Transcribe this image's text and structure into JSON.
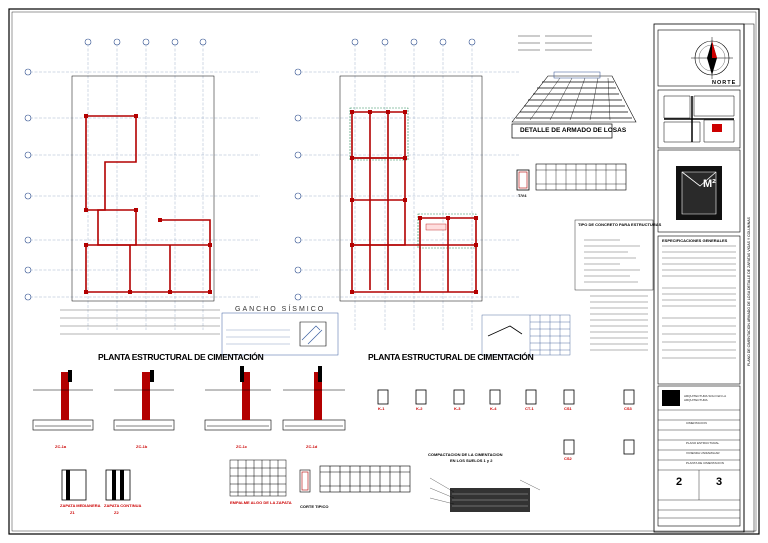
{
  "plan_titles": {
    "left": "PLANTA ESTRUCTURAL DE CIMENTACIÓN",
    "right": "PLANTA ESTRUCTURAL DE CIMENTACIÓN"
  },
  "gancho_title": "GANCHO SÍSMICO",
  "losa_detail_title": "DETALLE DE ARMADO DE LOSAS",
  "norte_label": "NORTE",
  "logo_text": "M²",
  "tipo_concreto_title": "TIPO DE CONCRETO PARA ESTRUCTURAS",
  "especificaciones_title": "ESPECIFICACIONES GENERALES",
  "compactacion_title": "COMPACTACION DE LA CIMENTACION",
  "compactacion_sub": "EN LOS SUELOS 1 y 2",
  "zapatas": [
    {
      "name": "ZAPATA MEDIANERA",
      "id": "Z1"
    },
    {
      "name": "ZAPATA CONTINUA",
      "id": "Z2"
    }
  ],
  "zapata_detail_label": "EMPALME ALGO DE LA ZAPATA",
  "columns": [
    {
      "id": "K-1",
      "color": "#cc0000"
    },
    {
      "id": "K-2",
      "color": "#cc0000"
    },
    {
      "id": "K-3",
      "color": "#cc0000"
    },
    {
      "id": "K-4",
      "color": "#cc0000"
    },
    {
      "id": "CT-1",
      "color": "#cc0000"
    },
    {
      "id": "CS1",
      "color": "#cc0000"
    },
    {
      "id": "CS3",
      "color": "#cc0000"
    },
    {
      "id": "CS2",
      "color": "#cc0000"
    }
  ],
  "section_ids": [
    "ZC-1a",
    "ZC-1b",
    "ZC-1c",
    "ZC-1d"
  ],
  "viga_label": "T/V4",
  "corte_label": "CORTE TIPICO",
  "title_block": {
    "project": "ARQUITECTURA SOLO EN LA ARQUITECTURA",
    "rows": [
      "PLANO ESTRUCTURAL",
      "VIVIENDA UNIFAMILIAR",
      "PLANTA DE CIMENTACION",
      "CIMENTACION"
    ],
    "sheet_left": "2",
    "sheet_right": "3"
  },
  "vertical_strip_text": "PLANO DE CIMENTACION ARMADO DE LOSA DETALLE DE ZAPATAS VIGAS Y COLUMNAS"
}
